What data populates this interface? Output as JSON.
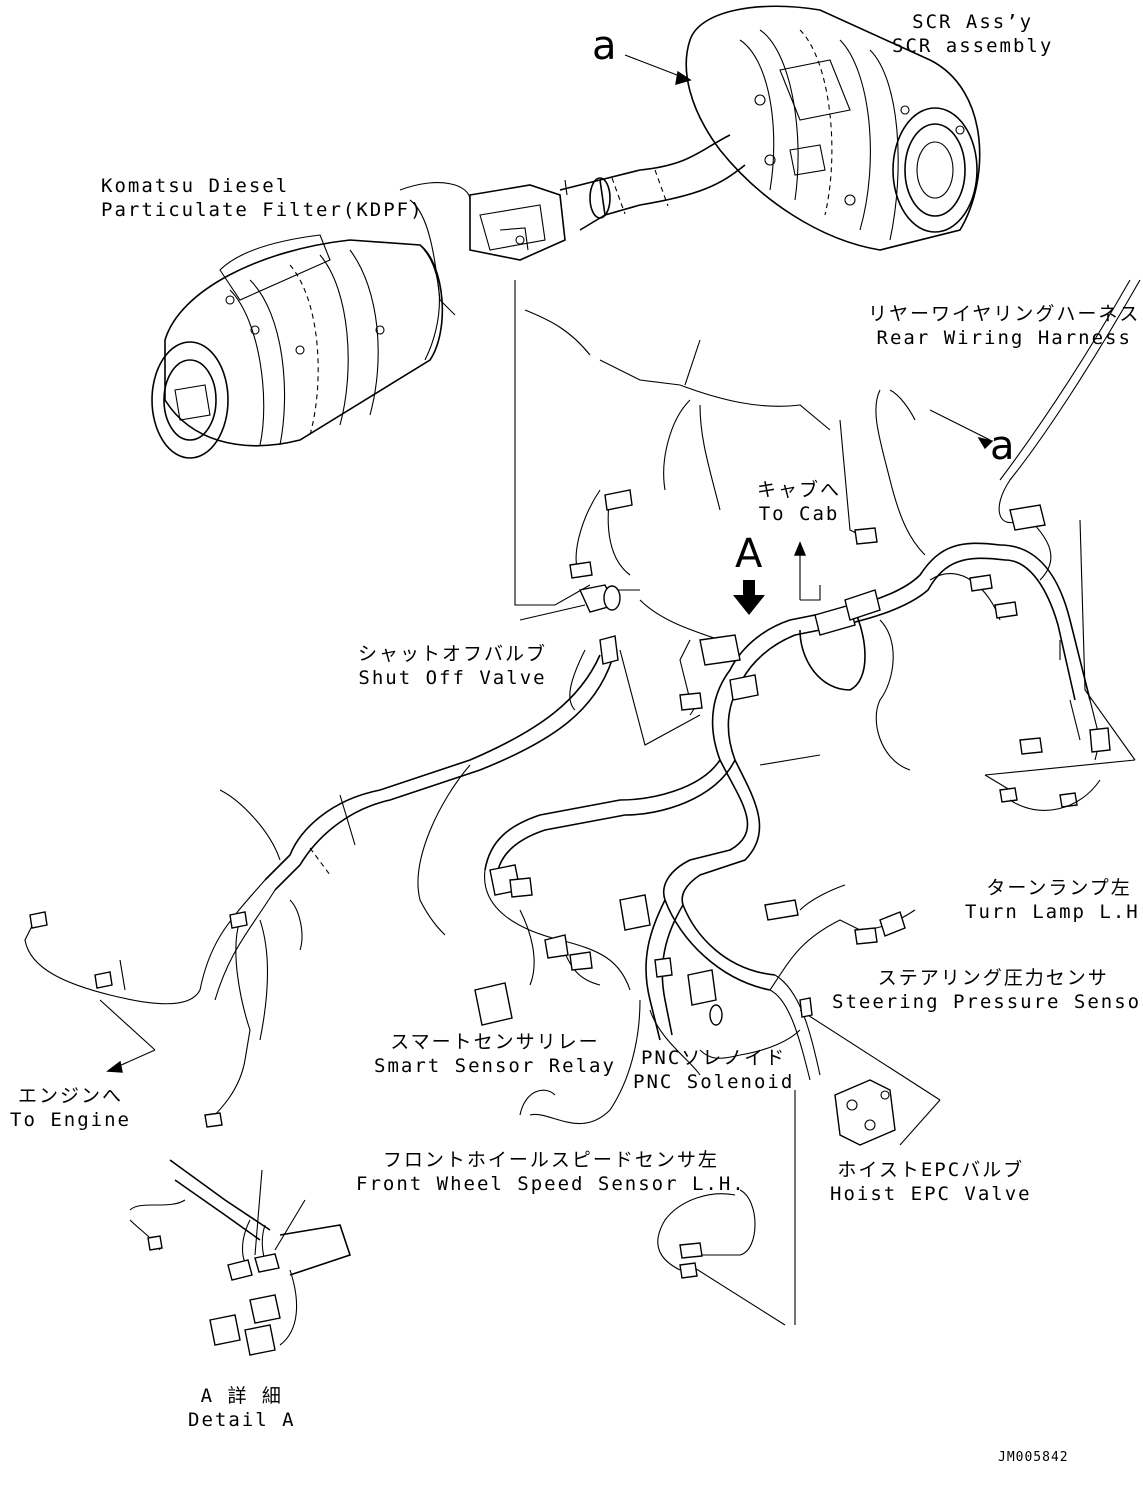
{
  "drawing_code": "JM005842",
  "view_markers": {
    "a_top": "a",
    "a_right": "a",
    "A_arrow": "A"
  },
  "labels": {
    "scr": {
      "jp": "SCR Ass’y",
      "en": "SCR assembly"
    },
    "kdpf": {
      "line1": "Komatsu Diesel",
      "line2": "Particulate Filter(KDPF)"
    },
    "rear_harness": {
      "jp": "リヤーワイヤリングハーネス",
      "en": "Rear Wiring Harness"
    },
    "to_cab": {
      "jp": "キャブへ",
      "en": "To Cab"
    },
    "shut_off": {
      "jp": "シャットオフバルブ",
      "en": "Shut Off Valve"
    },
    "turn_lamp": {
      "jp": "ターンランプ左",
      "en": "Turn Lamp L.H."
    },
    "steering": {
      "jp": "ステアリング圧力センサ",
      "en": "Steering Pressure Sensor"
    },
    "smart_relay": {
      "jp": "スマートセンサリレー",
      "en": "Smart Sensor Relay"
    },
    "pnc": {
      "jp": "PNCソレノイド",
      "en": "PNC Solenoid"
    },
    "to_engine": {
      "jp": "エンジンへ",
      "en": "To Engine"
    },
    "front_wheel": {
      "jp": "フロントホイールスピードセンサ左",
      "en": "Front Wheel Speed Sensor L.H."
    },
    "hoist": {
      "jp": "ホイストEPCバルブ",
      "en": "Hoist EPC Valve"
    },
    "detail_a": {
      "jp": "A 詳 細",
      "en": "Detail A"
    }
  }
}
